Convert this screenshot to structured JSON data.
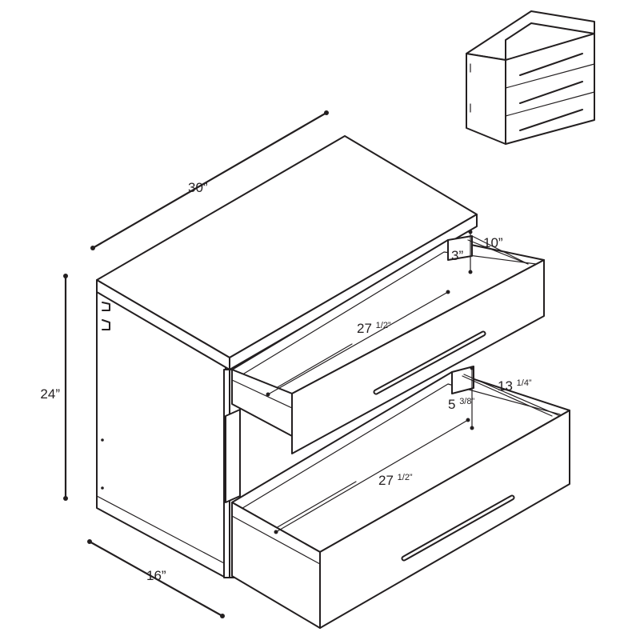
{
  "dimensions": {
    "width": "30”",
    "height": "24”",
    "depth": "16”",
    "top_drawer_depth_whole": "27 ",
    "top_drawer_depth_frac": "1/2”",
    "top_drawer_width": "10”",
    "top_drawer_height": "3”",
    "bottom_drawer_depth_whole": "27 ",
    "bottom_drawer_depth_frac": "1/2”",
    "bottom_drawer_width_whole": "13 ",
    "bottom_drawer_width_frac": "1/4”",
    "bottom_drawer_height_whole": "5 ",
    "bottom_drawer_height_frac": "3/8”"
  },
  "colors": {
    "line": "#231f20",
    "background": "#ffffff"
  }
}
